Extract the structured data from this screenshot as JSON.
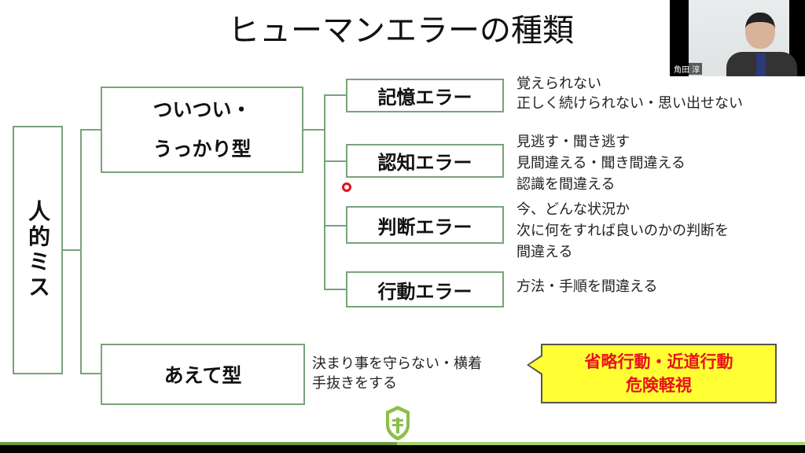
{
  "slide": {
    "title": "ヒューマンエラーの種類",
    "root": "人的ミス",
    "type1": {
      "label_line1": "ついつい・",
      "label_line2": "うっかり型"
    },
    "type2": {
      "label": "あえて型",
      "desc_line1": "決まり事を守らない・横着",
      "desc_line2": "手抜きをする"
    },
    "errors": [
      {
        "label": "記憶エラー",
        "desc": [
          "覚えられない",
          "正しく続けられない・思い出せない"
        ]
      },
      {
        "label": "認知エラー",
        "desc": [
          "見逃す・聞き逃す",
          "見間違える・聞き間違える",
          "認識を間違える"
        ]
      },
      {
        "label": "判断エラー",
        "desc": [
          "今、どんな状況か",
          "次に何をすれば良いのかの判断を",
          "間違える"
        ]
      },
      {
        "label": "行動エラー",
        "desc": [
          "方法・手順を間違える"
        ]
      }
    ],
    "callout": {
      "line1": "省略行動・近道行動",
      "line2": "危険軽視"
    }
  },
  "video": {
    "participant_name": "角田 淳"
  },
  "colors": {
    "line": "#7aa37a",
    "callout_bg": "#ffff33",
    "callout_text": "#e8121b"
  }
}
